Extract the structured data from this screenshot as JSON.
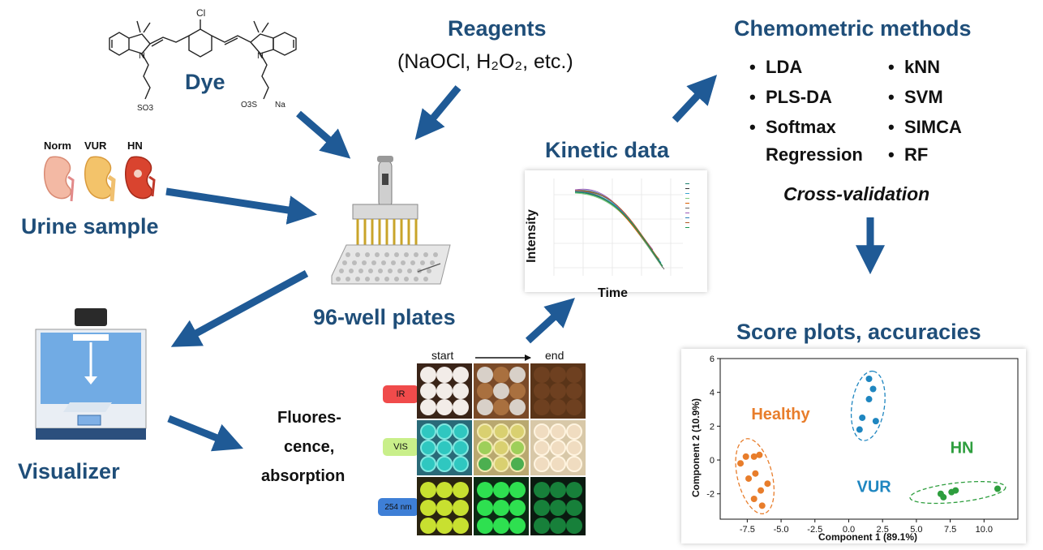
{
  "dye": {
    "label": "Dye",
    "chem": {
      "cl": "Cl",
      "n1": "N",
      "n2": "N",
      "so3a": "SO3",
      "so3b": "O3S",
      "na": "Na"
    }
  },
  "reagents": {
    "title": "Reagents",
    "subtitle": "(NaOCl, H₂O₂, etc.)"
  },
  "chemometric": {
    "title": "Chemometric methods",
    "left": [
      "LDA",
      "PLS-DA",
      "Softmax",
      "Regression"
    ],
    "right": [
      "kNN",
      "SVM",
      "SIMCA",
      "RF"
    ],
    "bullets_left": [
      "•",
      "•",
      "•"
    ],
    "bullets_right": [
      "•",
      "•",
      "•",
      "•"
    ],
    "validation": "Cross-validation"
  },
  "urine": {
    "title": "Urine sample",
    "kidneys": [
      "Norm",
      "VUR",
      "HN"
    ]
  },
  "kinetic": {
    "title": "Kinetic data",
    "ylabel": "Intensity",
    "xlabel": "Time"
  },
  "plates": {
    "title": "96-well plates"
  },
  "visualizer": {
    "title": "Visualizer"
  },
  "fluorescence": {
    "line1": "Fluores-",
    "line2": "cence,",
    "line3": "absorption"
  },
  "wells": {
    "start": "start",
    "end": "end",
    "rows": [
      "IR",
      "VIS",
      "254 nm"
    ]
  },
  "score": {
    "title": "Score plots, accuracies"
  },
  "chart_data": {
    "type": "scatter",
    "title": "",
    "xlabel": "Component 1 (89.1%)",
    "ylabel": "Component 2 (10.9%)",
    "xlim": [
      -9.5,
      12.5
    ],
    "ylim": [
      -3.5,
      6
    ],
    "xticks": [
      "-7.5",
      "-5.0",
      "-2.5",
      "0.0",
      "2.5",
      "5.0",
      "7.5",
      "10.0"
    ],
    "yticks": [
      "6",
      "4",
      "2",
      "0",
      "-2"
    ],
    "series": [
      {
        "name": "Healthy",
        "color": "#e87d2b",
        "points": [
          [
            -8.0,
            -0.2
          ],
          [
            -7.6,
            0.2
          ],
          [
            -7.0,
            0.2
          ],
          [
            -6.6,
            0.3
          ],
          [
            -6.9,
            -0.8
          ],
          [
            -7.4,
            -1.1
          ],
          [
            -6.5,
            -1.8
          ],
          [
            -6.0,
            -1.4
          ],
          [
            -7.0,
            -2.3
          ],
          [
            -6.4,
            -2.7
          ]
        ]
      },
      {
        "name": "VUR",
        "color": "#1f86c0",
        "points": [
          [
            1.5,
            4.8
          ],
          [
            1.8,
            4.2
          ],
          [
            1.5,
            3.6
          ],
          [
            1.0,
            2.5
          ],
          [
            2.0,
            2.3
          ],
          [
            0.8,
            1.8
          ]
        ]
      },
      {
        "name": "HN",
        "color": "#2e9e3e",
        "points": [
          [
            6.8,
            -2.0
          ],
          [
            7.0,
            -2.2
          ],
          [
            7.6,
            -1.9
          ],
          [
            7.9,
            -1.8
          ],
          [
            11.0,
            -1.7
          ]
        ]
      }
    ]
  }
}
